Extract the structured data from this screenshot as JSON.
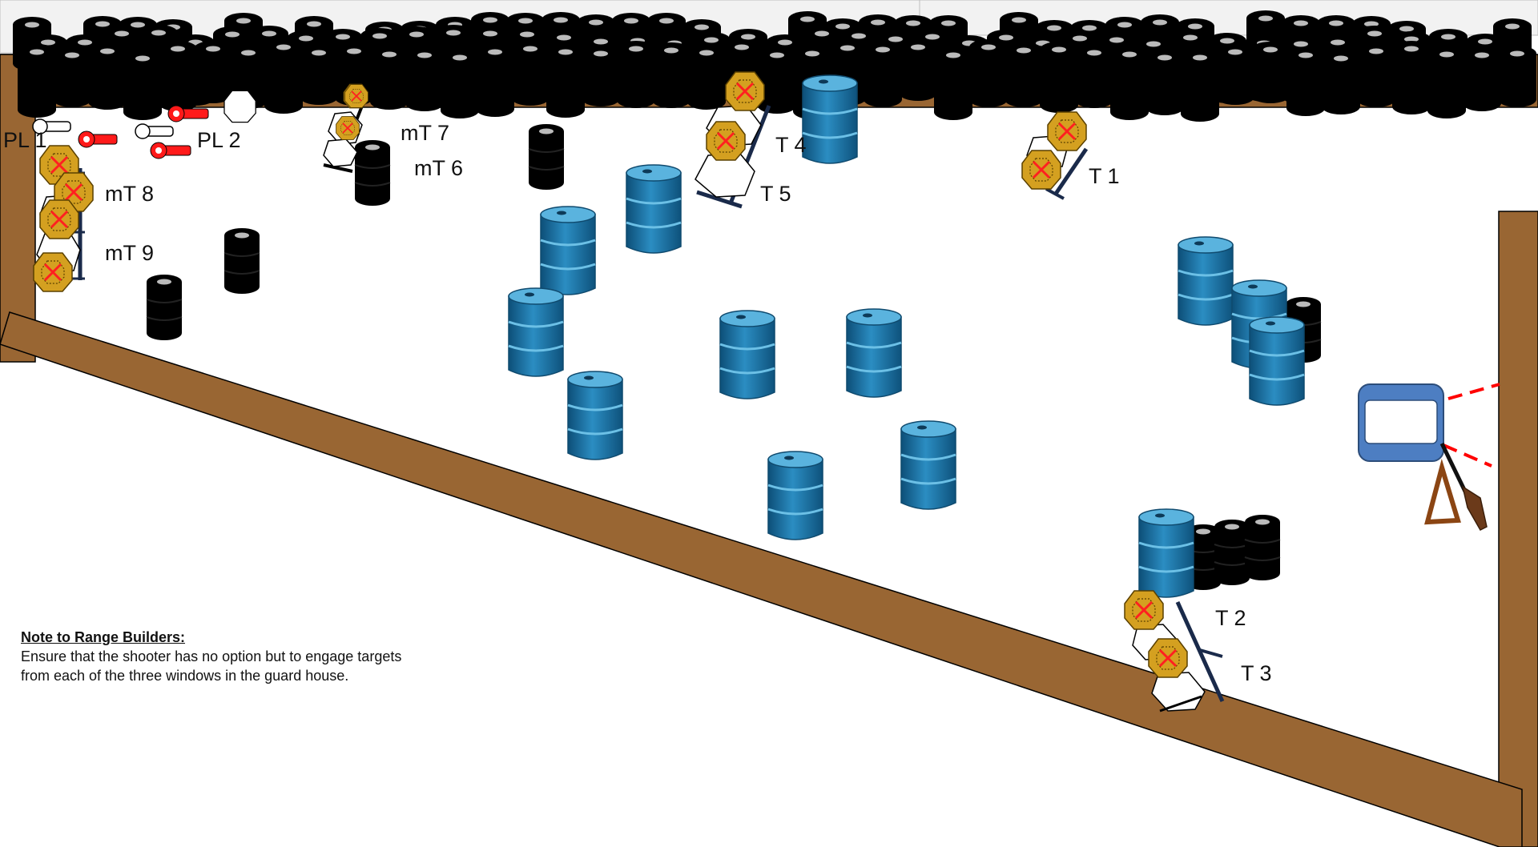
{
  "labels": {
    "pl1": "PL 1",
    "pl2": "PL 2",
    "mt6": "mT 6",
    "mt7": "mT 7",
    "mt8": "mT 8",
    "mt9": "mT 9",
    "t1": "T 1",
    "t2": "T 2",
    "t3": "T 3",
    "t4": "T 4",
    "t5": "T 5"
  },
  "note": {
    "title": "Note to Range Builders:",
    "line1": "Ensure that the shooter has no option but to engage targets",
    "line2": "from each of the three windows in the guard house."
  },
  "colors": {
    "wall": "#996633",
    "barrel": "#1e6f9f",
    "target_face": "#d4a020",
    "no_shoot_mark": "#ff2020",
    "popper_red": "#ff1a1a",
    "guard_house_window": "#4d7ec2",
    "fault_line": "#ff0000"
  },
  "icons": [
    "tire-stack-icon",
    "steel-barrel-icon",
    "shoot-target-icon",
    "no-shoot-target-icon",
    "popper-icon",
    "guard-house-window-icon",
    "rifle-icon",
    "start-triangle-icon"
  ]
}
